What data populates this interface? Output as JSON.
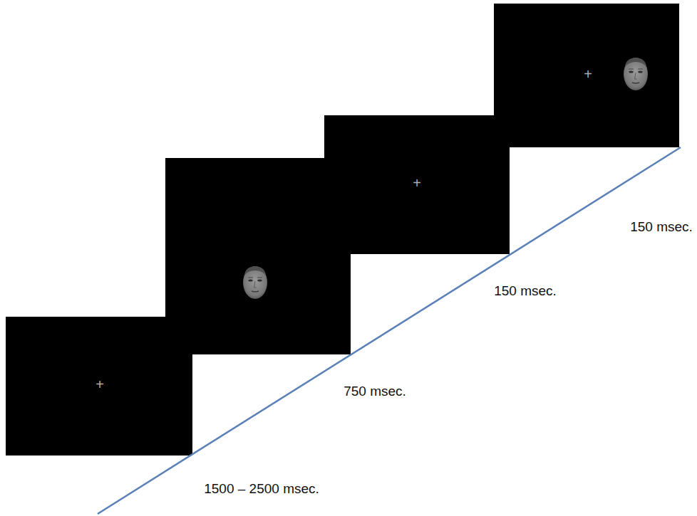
{
  "diagram": {
    "labels": [
      "+",
      "+",
      "+",
      "1500 – 2500 msec.",
      "750 msec.",
      "150 msec.",
      "150 msec."
    ]
  }
}
